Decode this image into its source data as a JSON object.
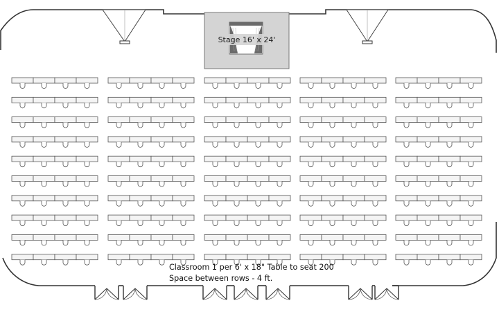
{
  "stage": {
    "label": "Stage 16' x 24'"
  },
  "caption": {
    "line1": "Classroom 1 per 6' x 18\" Table to seat 200",
    "line2": "Space between rows - 4 ft."
  },
  "layout": {
    "sections": 5,
    "rows_per_section": 10,
    "tables_per_row": 4,
    "chairs_per_table": 1,
    "projectors": 2,
    "door_pairs": 7
  },
  "colors": {
    "wall": "#333333",
    "table_fill": "#f4f4f4",
    "table_stroke": "#555555",
    "stage_fill": "#d4d4d4",
    "stage_stroke": "#777777",
    "curtain": "#6b6b6b"
  }
}
